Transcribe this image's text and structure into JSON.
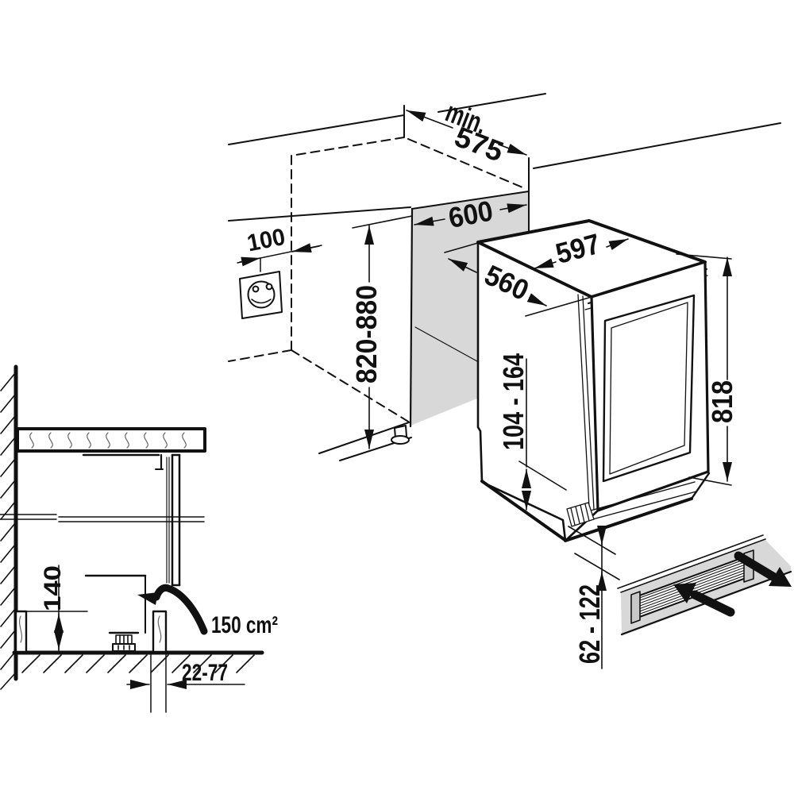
{
  "diagram": {
    "niche": {
      "min_label": "min.",
      "depth": "575",
      "width": "600",
      "height": "820-880",
      "socket_offset": "100"
    },
    "appliance": {
      "width": "597",
      "depth": "560",
      "height": "818",
      "base_range": "104 - 164",
      "clearance": "62 - 122"
    },
    "section": {
      "clearance_height": "140",
      "vent_area": "150 cm²",
      "recess_range": "22-77"
    },
    "colors": {
      "line": "#111111",
      "panel_gray": "#d8d8d8"
    }
  }
}
